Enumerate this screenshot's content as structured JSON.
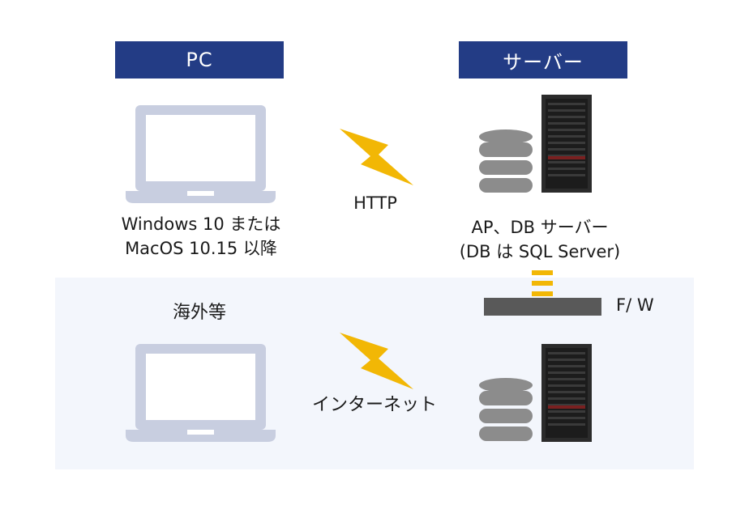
{
  "headers": {
    "pc": "PC",
    "server": "サーバー"
  },
  "pc": {
    "caption_line1": "Windows 10 または",
    "caption_line2": "MacOS 10.15 以降"
  },
  "server": {
    "caption_line1": "AP、DB サーバー",
    "caption_line2": "(DB は SQL Server)"
  },
  "links": {
    "http": "HTTP",
    "internet": "インターネット"
  },
  "overseas": {
    "title": "海外等"
  },
  "firewall": {
    "label": "F/ W"
  },
  "colors": {
    "header_bg": "#233c85",
    "laptop": "#c8cee0",
    "lightning": "#f2b705",
    "server_dark": "#2b2b2b",
    "database": "#8c8c8c",
    "panel_bg": "#f3f6fc"
  }
}
